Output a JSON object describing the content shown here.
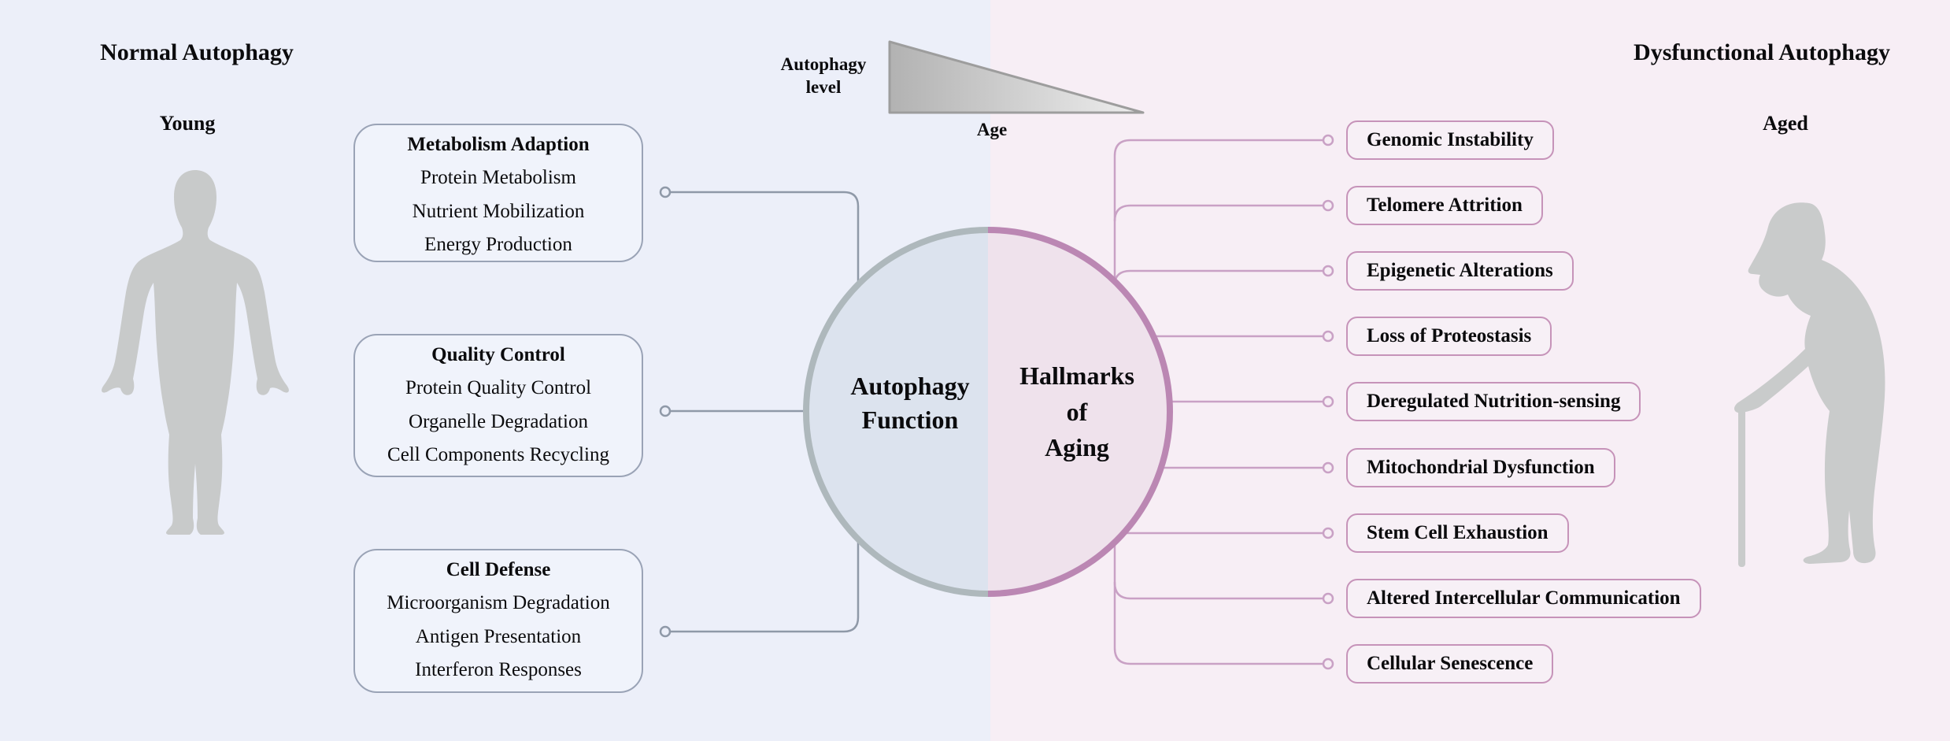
{
  "header_left": {
    "title": "Normal Autophagy",
    "subtitle": "Young"
  },
  "header_right": {
    "title": "Dysfunctional Autophagy",
    "subtitle": "Aged"
  },
  "gradient_arrow": {
    "y_label_line1": "Autophagy",
    "y_label_line2": "level",
    "x_label": "Age"
  },
  "center_circle": {
    "left_line1": "Autophagy",
    "left_line2": "Function",
    "right_line1": "Hallmarks",
    "right_line2": "of",
    "right_line3": "Aging"
  },
  "function_boxes": [
    {
      "title": "Metabolism Adaption",
      "items": [
        "Protein Metabolism",
        "Nutrient Mobilization",
        "Energy Production"
      ]
    },
    {
      "title": "Quality Control",
      "items": [
        "Protein Quality Control",
        "Organelle Degradation",
        "Cell Components Recycling"
      ]
    },
    {
      "title": "Cell Defense",
      "items": [
        "Microorganism Degradation",
        "Antigen Presentation",
        "Interferon Responses"
      ]
    }
  ],
  "hallmarks": [
    "Genomic Instability",
    "Telomere Attrition",
    "Epigenetic Alterations",
    "Loss of Proteostasis",
    "Deregulated Nutrition-sensing",
    "Mitochondrial Dysfunction",
    "Stem Cell Exhaustion",
    "Altered Intercellular Communication",
    "Cellular Senescence"
  ],
  "colors": {
    "bg_left": "#eceff9",
    "bg_right": "#f7eef5",
    "left_box_border": "#9aa3b6",
    "left_line": "#8f99a8",
    "circle_left_fill": "#dce3ee",
    "circle_left_border": "#aeb8bc",
    "circle_right_fill": "#efe2ec",
    "circle_right_border": "#bb87b3",
    "right_line": "#c9a1c5",
    "right_box_border": "#c693b9",
    "silhouette": "#c8caca",
    "text": "#0b0b0d"
  }
}
